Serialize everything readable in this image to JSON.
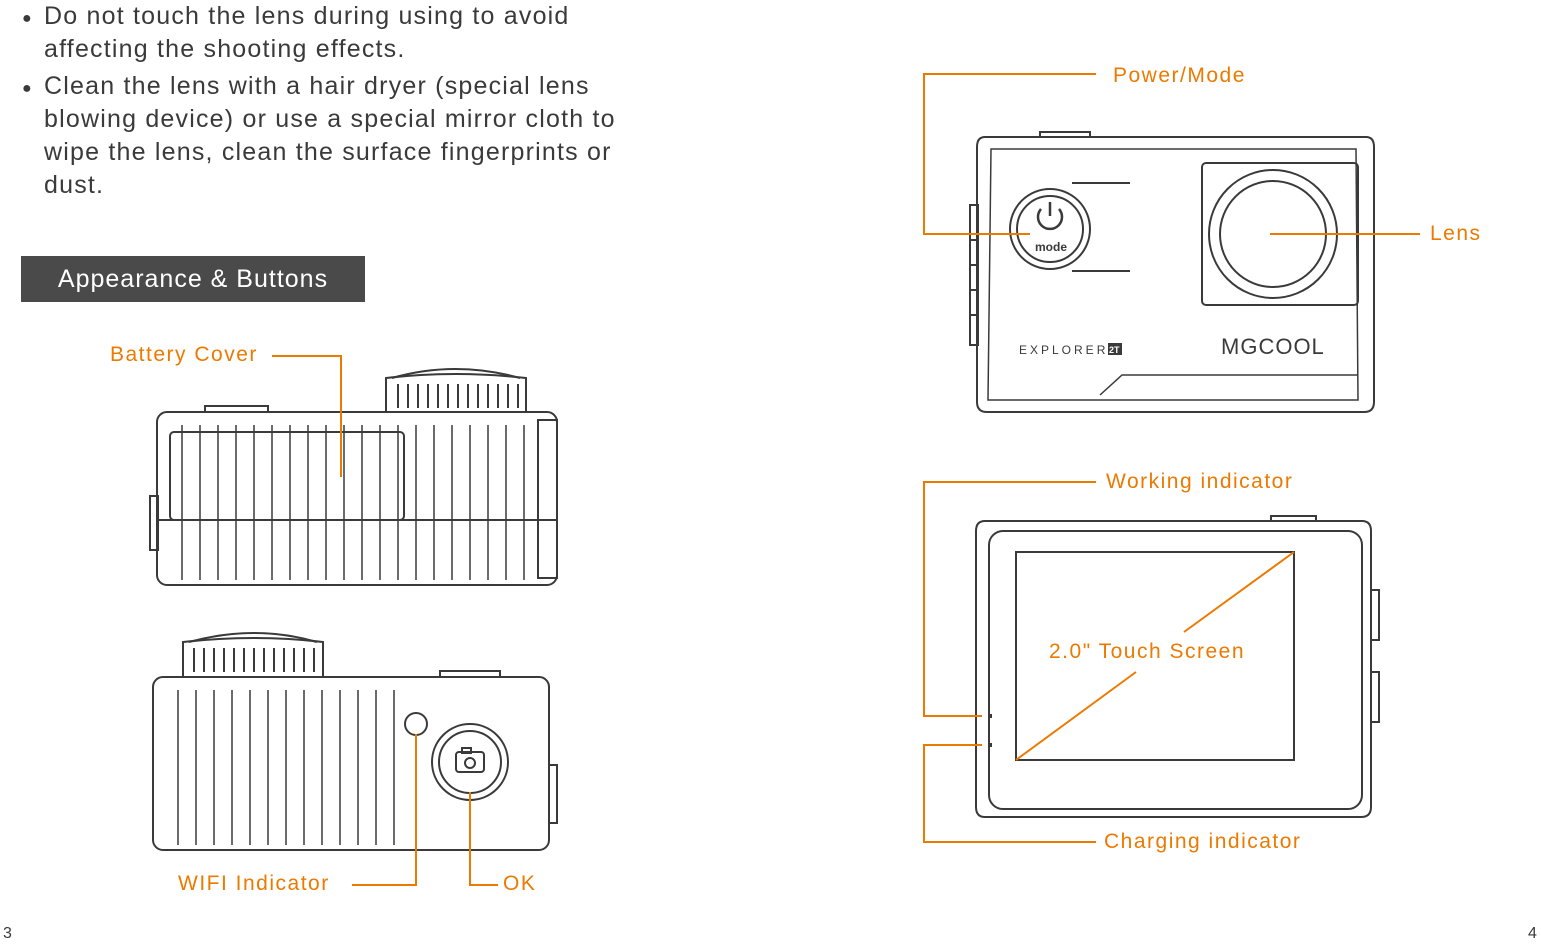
{
  "notes": [
    {
      "bullet": "●",
      "lines": [
        "Do not touch the lens during using to avoid",
        "affecting the shooting effects."
      ]
    },
    {
      "bullet": "●",
      "lines": [
        "Clean the lens with a hair dryer (special lens",
        "blowing device) or use a special mirror cloth to",
        "wipe the lens, clean the surface fingerprints or",
        "dust."
      ]
    }
  ],
  "section_title": "Appearance & Buttons",
  "callouts": {
    "battery_cover": "Battery Cover",
    "wifi_indicator": "WIFI Indicator",
    "ok": "OK",
    "power_mode": "Power/Mode",
    "lens": "Lens",
    "working_indicator": "Working indicator",
    "touch_screen": "2.0\" Touch Screen",
    "charging_indicator": "Charging indicator"
  },
  "camera": {
    "brand": "MGCOOL",
    "model": "EXPLORER",
    "model_badge": "2T",
    "mode_label": "mode"
  },
  "page_numbers": {
    "left": "3",
    "right": "4"
  },
  "colors": {
    "accent": "#ec7a00",
    "line": "#3a3a3a",
    "header_bg": "#4a4a4a"
  }
}
